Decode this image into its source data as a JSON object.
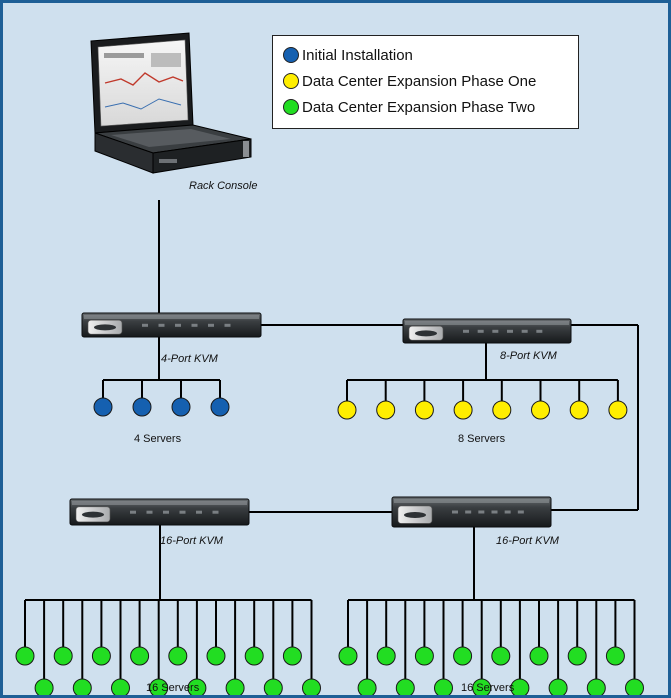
{
  "colors": {
    "frame_border": "#1e5f96",
    "background": "#cfe0ee",
    "initial": "#1560b0",
    "phase_one": "#ffee00",
    "phase_two": "#22dd22",
    "line": "#000000"
  },
  "legend": [
    {
      "label": "Initial Installation",
      "color": "#1560b0"
    },
    {
      "label": "Data Center Expansion Phase One",
      "color": "#ffee00"
    },
    {
      "label": "Data Center Expansion Phase Two",
      "color": "#22dd22"
    }
  ],
  "devices": {
    "console": {
      "label": "Rack Console",
      "icon": "rack-console-icon"
    },
    "kvm4": {
      "label": "4-Port KVM",
      "icon": "kvm-switch-icon"
    },
    "kvm8": {
      "label": "8-Port KVM",
      "icon": "kvm-switch-icon"
    },
    "kvm16a": {
      "label": "16-Port KVM",
      "icon": "kvm-switch-icon"
    },
    "kvm16b": {
      "label": "16-Port KVM",
      "icon": "kvm-switch-icon"
    }
  },
  "groups": {
    "g4": {
      "label": "4 Servers",
      "count": 4
    },
    "g8": {
      "label": "8 Servers",
      "count": 8
    },
    "g16a": {
      "label": "16 Servers",
      "count": 16
    },
    "g16b": {
      "label": "16 Servers",
      "count": 16
    }
  }
}
